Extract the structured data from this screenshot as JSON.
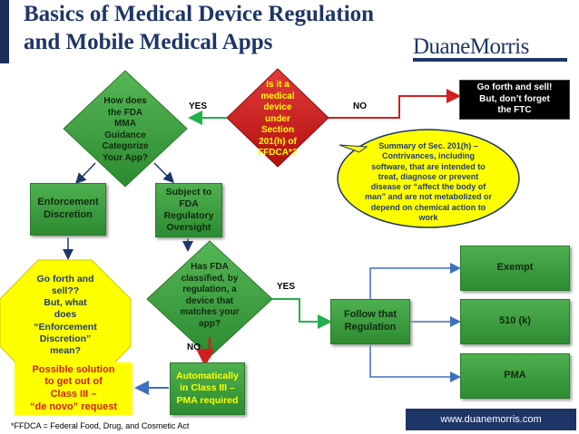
{
  "title": {
    "line1": "Basics of Medical Device Regulation",
    "line2": "and Mobile Medical Apps"
  },
  "logo": {
    "text": "DuaneMorris"
  },
  "nodes": {
    "is_medical_device": "Is it a\nmedical\ndevice\nunder\nSection\n201(h) of\nFFDCA*?",
    "fda_guidance": "How does\nthe FDA\nMMA\nGuidance\nCategorize\nYour App?",
    "go_forth_sell": "Go forth and sell!\nBut, don’t forget\nthe FTC",
    "summary_201h": "Summary of Sec. 201(h) –\nContrivances, including\nsoftware, that are intended to\ntreat, diagnose or prevent\ndisease or “affect the body of\nman” and are not metabolized or\ndepend on chemical action to\nwork",
    "enforcement_discretion": "Enforcement\nDiscretion",
    "subject_to_fda": "Subject to\nFDA\nRegulatory\nOversight",
    "go_forth_question": "Go forth and\nsell??\nBut, what\ndoes\n“Enforcement\nDiscretion”\nmean?",
    "has_fda_classified": "Has FDA\nclassified, by\nregulation, a\ndevice that\nmatches your\napp?",
    "follow_regulation": "Follow that\nRegulation",
    "exempt": "Exempt",
    "k510": "510 (k)",
    "pma": "PMA",
    "auto_class3": "Automatically\nin Class III –\nPMA required",
    "possible_solution": "Possible solution\nto get out of\nClass III –\n“de novo” request"
  },
  "edge_labels": {
    "yes_top": "YES",
    "no_top": "NO",
    "yes_mid": "YES",
    "no_mid": "NO"
  },
  "colors": {
    "navy": "#1e3568",
    "green": "#3a9a3c",
    "yellow": "#ffff00",
    "red": "#d21f1f",
    "arrow_green": "#22b14c"
  },
  "footer": {
    "url": "www.duanemorris.com",
    "footnote": "*FFDCA = Federal Food, Drug, and Cosmetic Act"
  }
}
